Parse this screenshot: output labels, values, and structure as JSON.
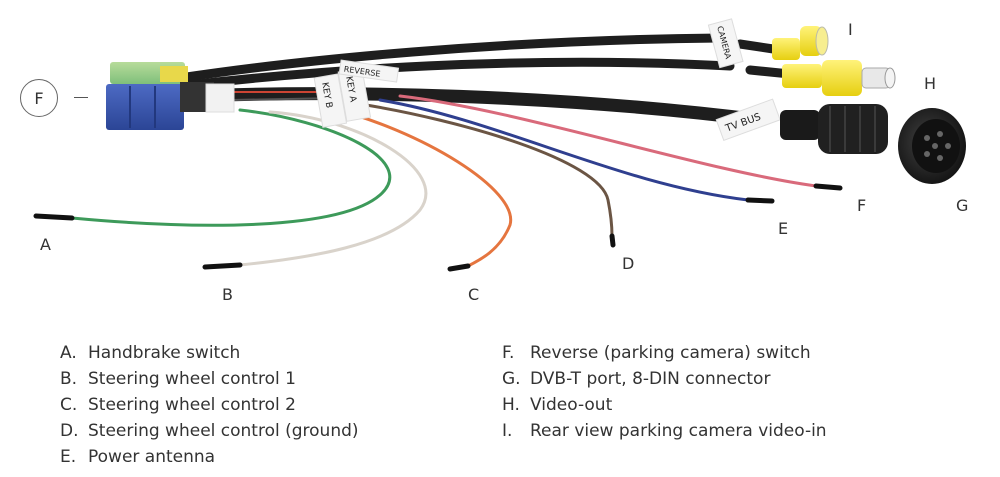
{
  "callouts": {
    "a": "A",
    "b": "B",
    "c": "C",
    "d": "D",
    "e": "E",
    "f": "F",
    "g": "G",
    "h": "H",
    "i": "I",
    "f_circle": "F"
  },
  "cable_labels": {
    "reverse": "REVERSE",
    "key_a": "KEY A",
    "key_b": "KEY B",
    "camera": "CAMERA",
    "tv_bus": "TV BUS"
  },
  "legend_left": [
    {
      "letter": "A.",
      "text": "Handbrake switch"
    },
    {
      "letter": "B.",
      "text": "Steering wheel control 1"
    },
    {
      "letter": "C.",
      "text": "Steering wheel control 2"
    },
    {
      "letter": "D.",
      "text": "Steering wheel control (ground)"
    },
    {
      "letter": "E.",
      "text": "Power antenna"
    }
  ],
  "legend_right": [
    {
      "letter": "F.",
      "text": "Reverse (parking camera) switch"
    },
    {
      "letter": "G.",
      "text": "DVB-T port, 8-DIN connector"
    },
    {
      "letter": "H.",
      "text": "Video-out"
    },
    {
      "letter": "I.",
      "text": "Rear view parking camera video-in"
    }
  ],
  "colors": {
    "wire_green": "#3d9a5a",
    "wire_white": "#e8e3dc",
    "wire_orange": "#e5753f",
    "wire_brown": "#6b5544",
    "wire_blue": "#2f3f8f",
    "wire_pink": "#d96a7b",
    "cable_black": "#1c1c1c",
    "rca_yellow": "#f2e21b",
    "connector_blue": "#3a56b0",
    "connector_green": "#8ec68a"
  }
}
